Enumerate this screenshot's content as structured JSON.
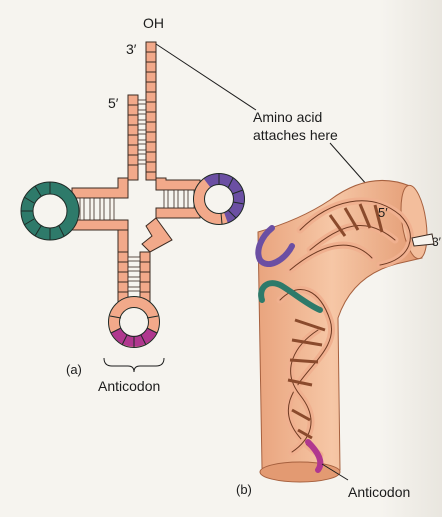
{
  "figure": {
    "labels": {
      "oh": "OH",
      "three_prime_top": "3′",
      "five_prime_top": "5′",
      "amino_acid_line1": "Amino acid",
      "amino_acid_line2": "attaches here",
      "panel_a": "(a)",
      "anticodon_a": "Anticodon",
      "five_prime_b": "5′",
      "three_prime_b": "3′",
      "panel_b": "(b)",
      "anticodon_b": "Anticodon"
    },
    "colors": {
      "strand_fill": "#f2a98a",
      "strand_outline": "#3a2a22",
      "loop_green": "#2e7a6a",
      "loop_purple": "#6b4fa3",
      "anticodon_magenta": "#b0378f",
      "tube_fill": "#f0b690",
      "tube_shadow": "#d98d66"
    }
  }
}
